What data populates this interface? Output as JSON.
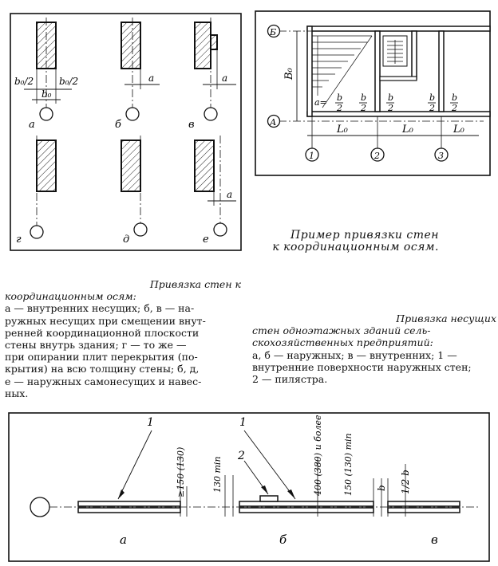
{
  "top_left_panel": {
    "dim_half_left": "b₀/2",
    "dim_half_right": "b₀/2",
    "dim_b0": "b₀",
    "dim_a": "a",
    "labels": [
      "а",
      "б",
      "в",
      "г",
      "д",
      "е"
    ]
  },
  "plan_panel": {
    "axis_B": "Б",
    "axis_A": "А",
    "dim_B0": "B₀",
    "dim_a_eq": "a=",
    "frac_num": "b",
    "frac_den": "2",
    "dim_L0": "L₀",
    "axis_numbers": [
      "1",
      "2",
      "3"
    ]
  },
  "captions": {
    "example_line1": "Пример привязки стен",
    "example_line2": "к координационным осям.",
    "left_title_line1": "Привязка   стен   к",
    "left_title_line2": "координационным осям:",
    "left_body_lines": [
      "а — внутренних несущих; б, в — на-",
      "ружных несущих при смещении внут-",
      "ренней координационной плоскости",
      "стены внутрь здания; г — то же —",
      "при опирании плит перекрытия (по-",
      "крытия) на всю толщину стены; б, д,",
      "е — наружных самонесущих и навес-",
      "ных."
    ],
    "right_title_line1": "Привязка   несущих",
    "right_title_line2": "стен одноэтажных зданий сель-",
    "right_title_line3": "скохозяйственных   предприятий:",
    "right_body_lines": [
      "а, б — наружных; в — внутренних; 1 —",
      "внутренние поверхности наружных стен;",
      "2 — пилястра."
    ]
  },
  "bottom_panel": {
    "leader_1a": "1",
    "leader_1b": "1",
    "leader_2": "2",
    "dim_150_130": "≥150 (130)",
    "dim_130min": "130 min",
    "dim_400": "400 (380) и более",
    "dim_150_130min": "150 (130) min",
    "dim_b": "b",
    "dim_half_b": "1/2 b",
    "labels": [
      "а",
      "б",
      "в"
    ]
  }
}
